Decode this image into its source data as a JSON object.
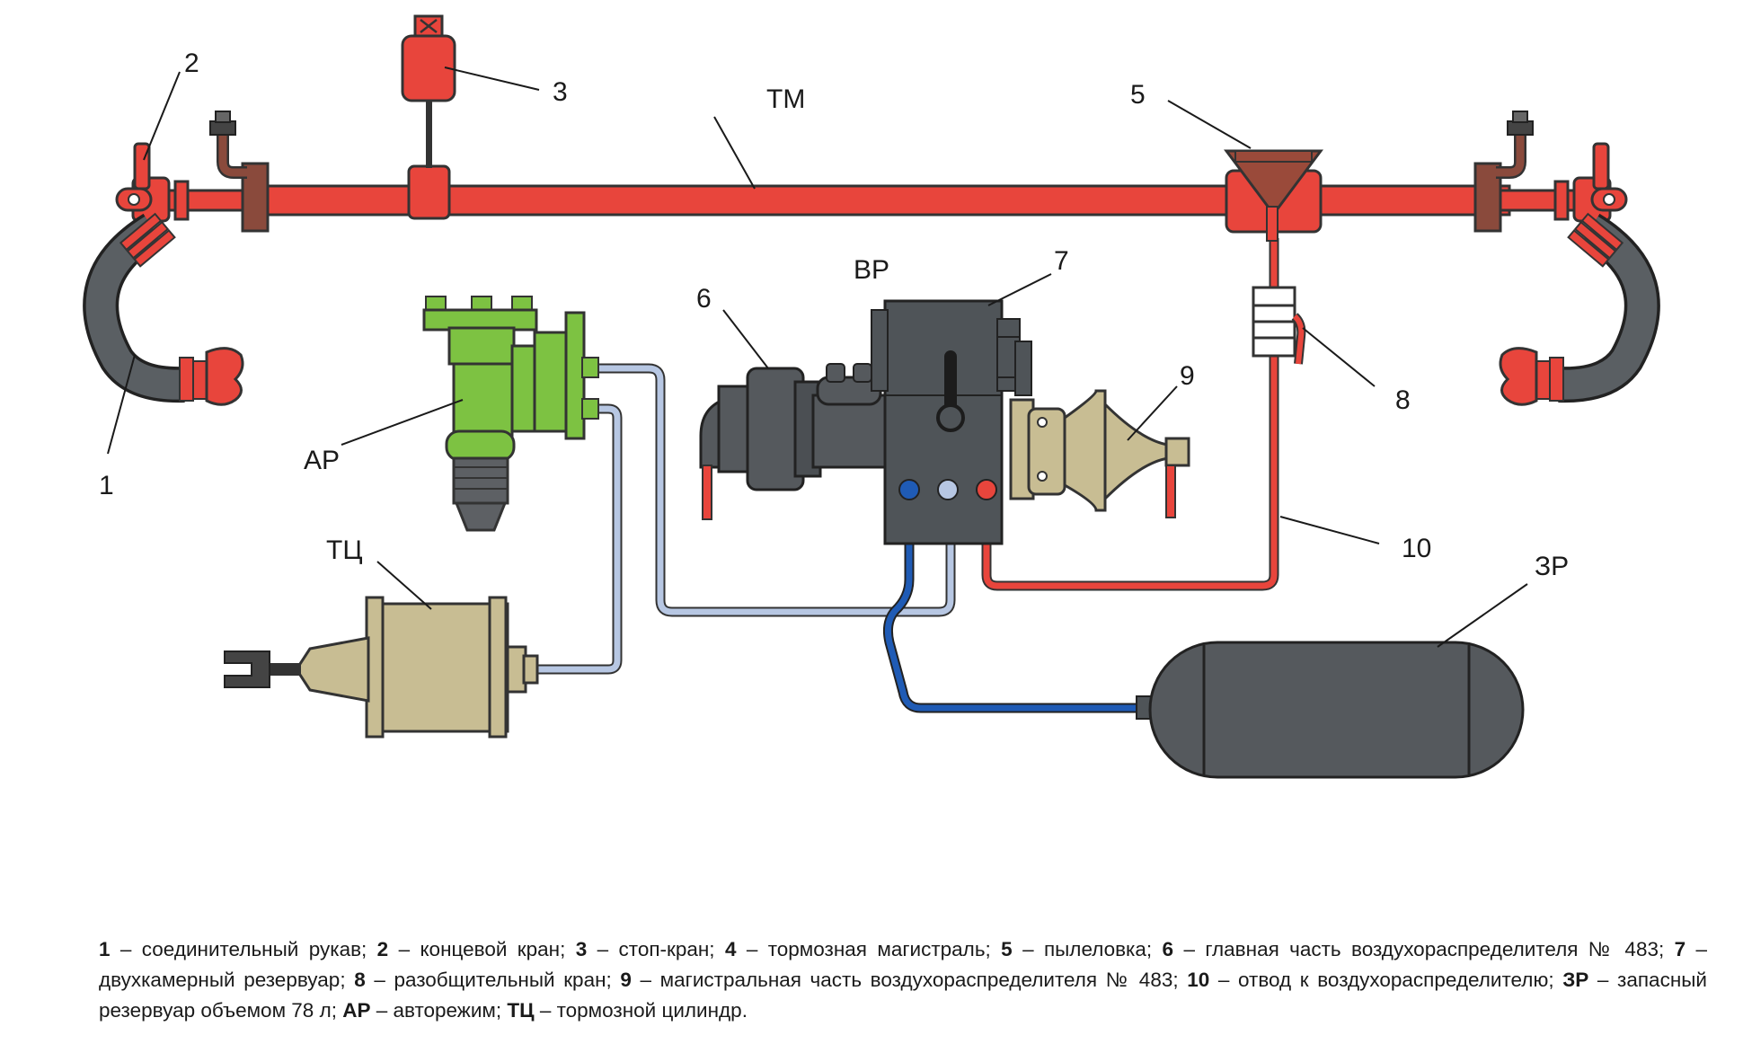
{
  "labels": {
    "n1": "1",
    "n2": "2",
    "n3": "3",
    "n5": "5",
    "n6": "6",
    "n7": "7",
    "n8": "8",
    "n9": "9",
    "n10": "10",
    "tm": "ТМ",
    "vr": "ВР",
    "ar": "АР",
    "tc": "ТЦ",
    "zr": "ЗР"
  },
  "caption": [
    {
      "num": "1",
      "text": " – соединительный рукав; "
    },
    {
      "num": "2",
      "text": " – концевой кран; "
    },
    {
      "num": "3",
      "text": " – стоп-кран; "
    },
    {
      "num": "4",
      "text": " – тормозная магистраль; "
    },
    {
      "num": "5",
      "text": " – пылеловка; "
    },
    {
      "num": "6",
      "text": " – главная часть воздухораспределителя № 483; "
    },
    {
      "num": "7",
      "text": " – двухкамерный резервуар; "
    },
    {
      "num": "8",
      "text": " – разобщительный кран; "
    },
    {
      "num": "9",
      "text": " – магистральная часть воздухораспределителя № 483; "
    },
    {
      "num": "10",
      "text": " – отвод к воздухораспредели­телю; "
    },
    {
      "num": "ЗР",
      "text": " – запасный резервуар объемом 78 л; "
    },
    {
      "num": "АР",
      "text": " – авторежим; "
    },
    {
      "num": "ТЦ",
      "text": " – тормозной цилиндр."
    }
  ],
  "colors": {
    "brake_line": "#e8453c",
    "hose": "#555a5e",
    "distributor_body": "#4f5458",
    "auto_mode": "#7dc242",
    "cylinder": "#c8bd93",
    "pipe_blue": "#1f5bb5",
    "pipe_light": "#b7c7e3",
    "dust_catcher": "#9a4a3a"
  },
  "icons": [
    "coupling-hose-icon",
    "end-cock-icon",
    "stop-cock-icon",
    "dust-catcher-icon",
    "isolating-cock-icon",
    "air-distributor-icon",
    "auto-mode-icon",
    "brake-cylinder-icon",
    "reservoir-icon"
  ]
}
